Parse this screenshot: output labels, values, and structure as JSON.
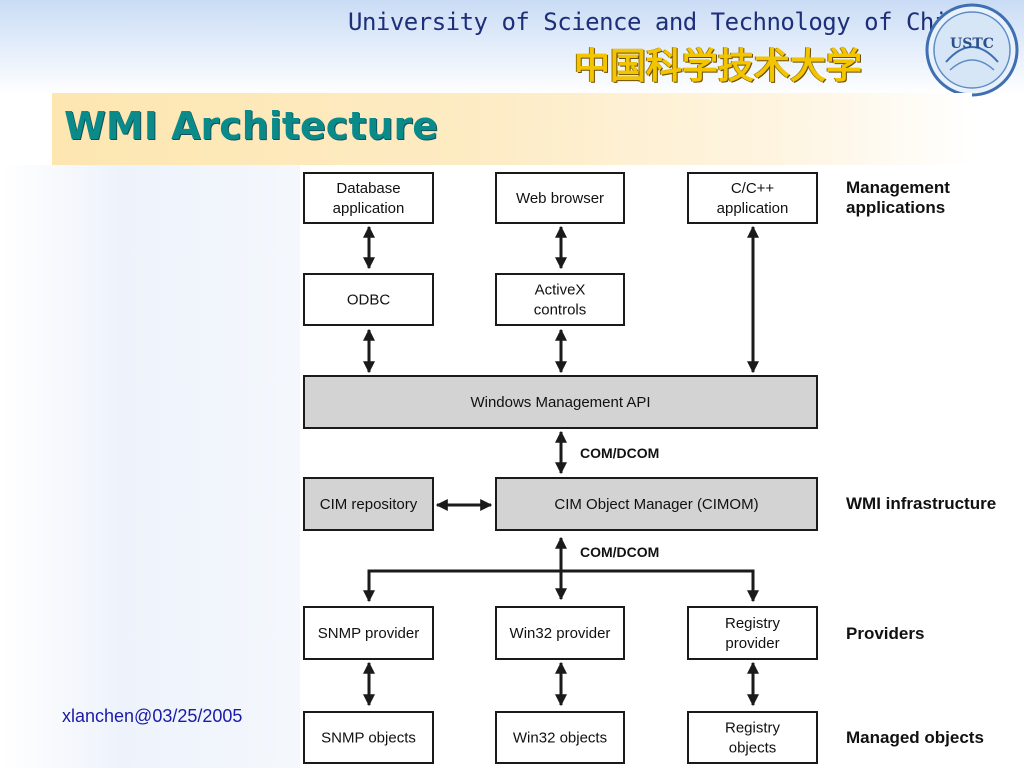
{
  "header": {
    "university_en": "University of Science and Technology of China",
    "university_cn": "中国科学技术大学",
    "logo_text": "USTC"
  },
  "slide": {
    "title": "WMI Architecture",
    "footer": "xlanchen@03/25/2005"
  },
  "diagram": {
    "boxes": {
      "database_app": [
        "Database",
        "application"
      ],
      "web_browser": [
        "Web browser"
      ],
      "cpp_app": [
        "C/C++",
        "application"
      ],
      "odbc": [
        "ODBC"
      ],
      "activex": [
        "ActiveX",
        "controls"
      ],
      "wm_api": [
        "Windows Management API"
      ],
      "cim_repo": [
        "CIM repository"
      ],
      "cimom": [
        "CIM Object Manager (CIMOM)"
      ],
      "snmp_provider": [
        "SNMP provider"
      ],
      "win32_provider": [
        "Win32 provider"
      ],
      "registry_provider": [
        "Registry",
        "provider"
      ],
      "snmp_objects": [
        "SNMP objects"
      ],
      "win32_objects": [
        "Win32 objects"
      ],
      "registry_objects": [
        "Registry",
        "objects"
      ]
    },
    "com_labels": [
      "COM/DCOM",
      "COM/DCOM"
    ],
    "layer_labels": {
      "mgmt_apps": [
        "Management",
        "applications"
      ],
      "wmi_infra": [
        "WMI infrastructure"
      ],
      "providers": [
        "Providers"
      ],
      "managed_objects": [
        "Managed objects"
      ]
    },
    "colors": {
      "box_fill": "#ffffff",
      "core_fill": "#d3d3d3",
      "stroke": "#1a1a1a"
    }
  }
}
